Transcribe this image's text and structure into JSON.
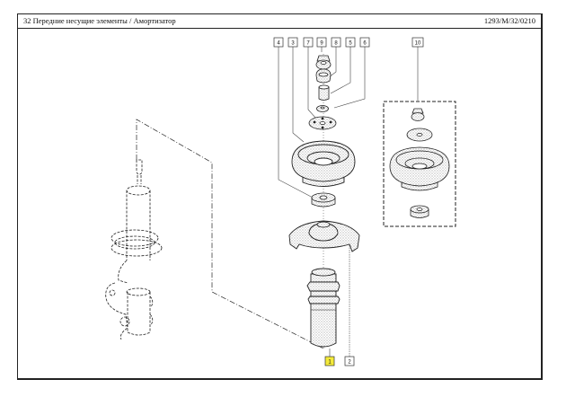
{
  "header": {
    "title": "32 Передние несущие элементы / Амортизатор",
    "code": "1293/M/32/0210"
  },
  "colors": {
    "highlight": "#f4ea3a",
    "line": "#222222",
    "stipple": "#555555"
  },
  "callouts": [
    {
      "id": "4",
      "text": "4",
      "highlighted": false
    },
    {
      "id": "3",
      "text": "3",
      "highlighted": false
    },
    {
      "id": "7",
      "text": "7",
      "highlighted": false
    },
    {
      "id": "9",
      "text": "9",
      "highlighted": false
    },
    {
      "id": "8",
      "text": "8",
      "highlighted": false
    },
    {
      "id": "5",
      "text": "5",
      "highlighted": false
    },
    {
      "id": "6",
      "text": "6",
      "highlighted": false
    },
    {
      "id": "10",
      "text": "10",
      "highlighted": false
    },
    {
      "id": "1",
      "text": "1",
      "highlighted": true
    },
    {
      "id": "2",
      "text": "2",
      "highlighted": false
    }
  ]
}
